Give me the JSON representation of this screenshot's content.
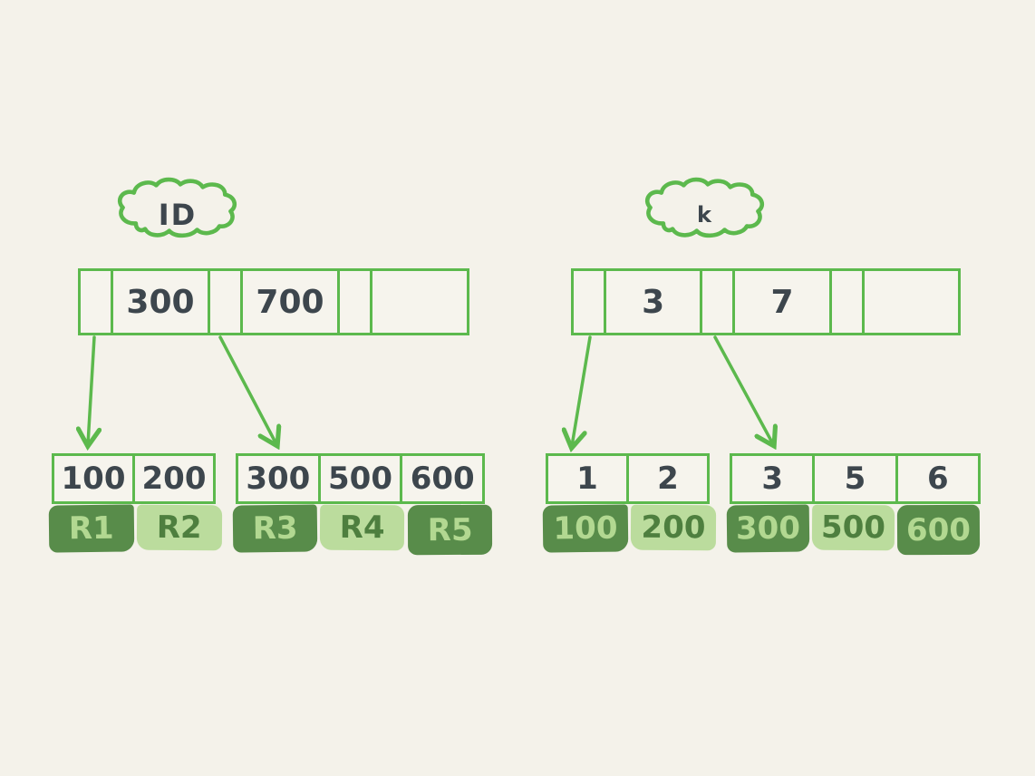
{
  "colors": {
    "background": "#f4f2ea",
    "stroke_green": "#5cb94d",
    "dark_green_fill": "#588c4a",
    "light_green_fill": "#bbdc9d",
    "light_green_text": "#b2d891",
    "dark_green_text": "#4e7f3f",
    "ink_text": "#3d464d"
  },
  "left_index": {
    "label": "ID",
    "root_cells": [
      "",
      "300",
      "",
      "700",
      "",
      ""
    ],
    "leaves": [
      {
        "keys": [
          "100",
          "200"
        ],
        "values": [
          "R1",
          "R2"
        ]
      },
      {
        "keys": [
          "300",
          "500",
          "600"
        ],
        "values": [
          "R3",
          "R4",
          "R5"
        ]
      }
    ]
  },
  "right_index": {
    "label": "k",
    "root_cells": [
      "",
      "3",
      "",
      "7",
      "",
      ""
    ],
    "leaves": [
      {
        "keys": [
          "1",
          "2"
        ],
        "values": [
          "100",
          "200"
        ]
      },
      {
        "keys": [
          "3",
          "5",
          "6"
        ],
        "values": [
          "300",
          "500",
          "600"
        ]
      }
    ]
  }
}
